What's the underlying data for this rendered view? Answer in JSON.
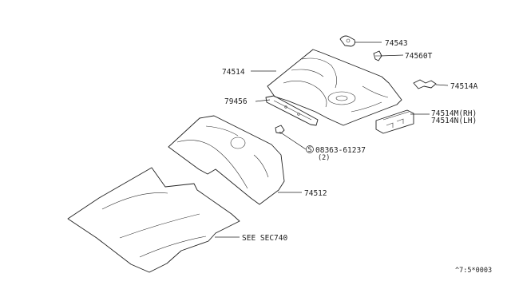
{
  "parts": {
    "p74543": "74543",
    "p74560T": "74560T",
    "p74514": "74514",
    "p74514A": "74514A",
    "p79456": "79456",
    "p74514M": "74514M(RH)",
    "p74514N": "74514N(LH)",
    "p08363": "08363-61237",
    "p08363_qty": "(2)",
    "p74512": "74512",
    "see_sec": "SEE SEC740"
  },
  "screw_symbol": "S",
  "footer_code": "^7:5*0003"
}
